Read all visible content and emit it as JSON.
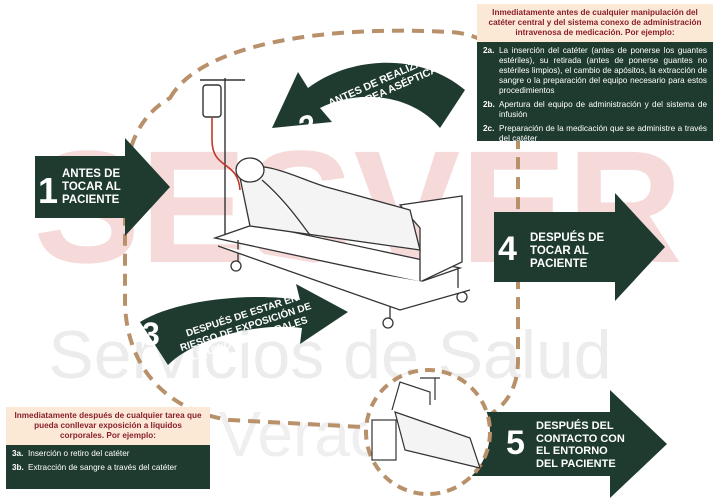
{
  "watermark": {
    "line1": "SESVER",
    "line2": "Servicios de Salud",
    "line3": "de Veracruz"
  },
  "moments": [
    {
      "number": "1",
      "label": "ANTES DE TOCAR AL PACIENTE"
    },
    {
      "number": "2",
      "label": "ANTES DE REALIZAR UNA TAREA ASÉPTICA"
    },
    {
      "number": "3",
      "label": "DESPUÉS DE ESTAR EN RIESGO DE EXPOSICIÓN DE LÍQUIDOS CORPORALES"
    },
    {
      "number": "4",
      "label": "DESPUÉS DE TOCAR AL PACIENTE"
    },
    {
      "number": "5",
      "label": "DESPUÉS DEL CONTACTO CON EL ENTORNO DEL PACIENTE"
    }
  ],
  "box_top": {
    "heading": "Inmediatamente antes de cualquier manipulación del catéter central y del sistema conexo de administración intravenosa de medicación. Por ejemplo:",
    "items": [
      {
        "key": "2a.",
        "text": "La inserción del catéter (antes de ponerse los guantes estériles), su retirada (antes de ponerse guantes no estériles limpios), el cambio de apósitos, la extracción de sangre o la preparación del equipo necesario para estos procedimientos"
      },
      {
        "key": "2b.",
        "text": "Apertura del equipo de administración y del sistema de infusión"
      },
      {
        "key": "2c.",
        "text": "Preparación de la medicación que se administre a través del catéter"
      }
    ]
  },
  "box_bottom": {
    "heading": "Inmediatamente después de cualquier tarea que pueda conllevar exposición a líquidos corporales. Por ejemplo:",
    "items": [
      {
        "key": "3a.",
        "text": "Inserción o retiro del catéter"
      },
      {
        "key": "3b.",
        "text": "Extracción de sangre a través del catéter"
      }
    ]
  },
  "colors": {
    "arrow": "#1f3b30",
    "dashed_path": "#b8906a",
    "box_heading_text": "#8a1f2b",
    "box_heading_bg": "#fbe9d6",
    "watermark": "#f3d2d2"
  }
}
